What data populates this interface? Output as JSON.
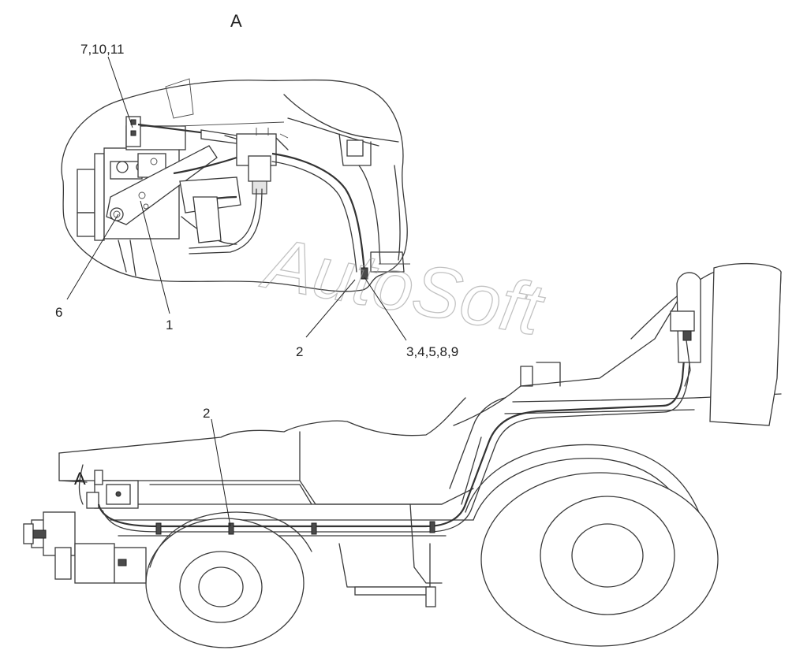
{
  "view_title": "A",
  "view_marker": "A",
  "watermark": "AutoSoft",
  "callouts": {
    "c_7_10_11": "7,10,11",
    "c_6": "6",
    "c_1": "1",
    "c_2_detail": "2",
    "c_3_4_5_8_9": "3,4,5,8,9",
    "c_2_main": "2"
  }
}
